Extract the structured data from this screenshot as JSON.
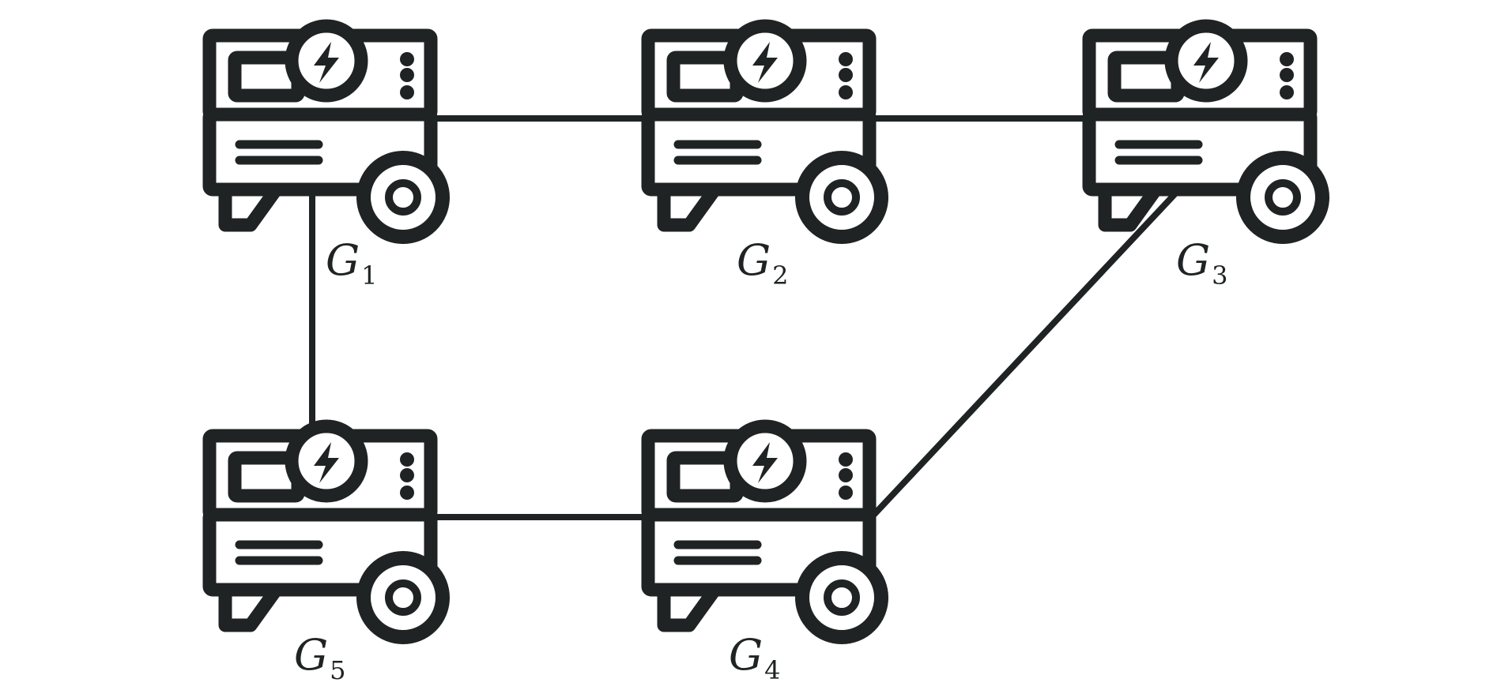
{
  "diagram": {
    "nodes": [
      {
        "id": "G1",
        "label_main": "G",
        "label_sub": "1"
      },
      {
        "id": "G2",
        "label_main": "G",
        "label_sub": "2"
      },
      {
        "id": "G3",
        "label_main": "G",
        "label_sub": "3"
      },
      {
        "id": "G4",
        "label_main": "G",
        "label_sub": "4"
      },
      {
        "id": "G5",
        "label_main": "G",
        "label_sub": "5"
      }
    ],
    "edges": [
      {
        "from": "G1",
        "to": "G2"
      },
      {
        "from": "G2",
        "to": "G3"
      },
      {
        "from": "G1",
        "to": "G5"
      },
      {
        "from": "G5",
        "to": "G4"
      },
      {
        "from": "G4",
        "to": "G3"
      }
    ],
    "icon": "power-generator-icon",
    "stroke_color": "#1f2323"
  }
}
